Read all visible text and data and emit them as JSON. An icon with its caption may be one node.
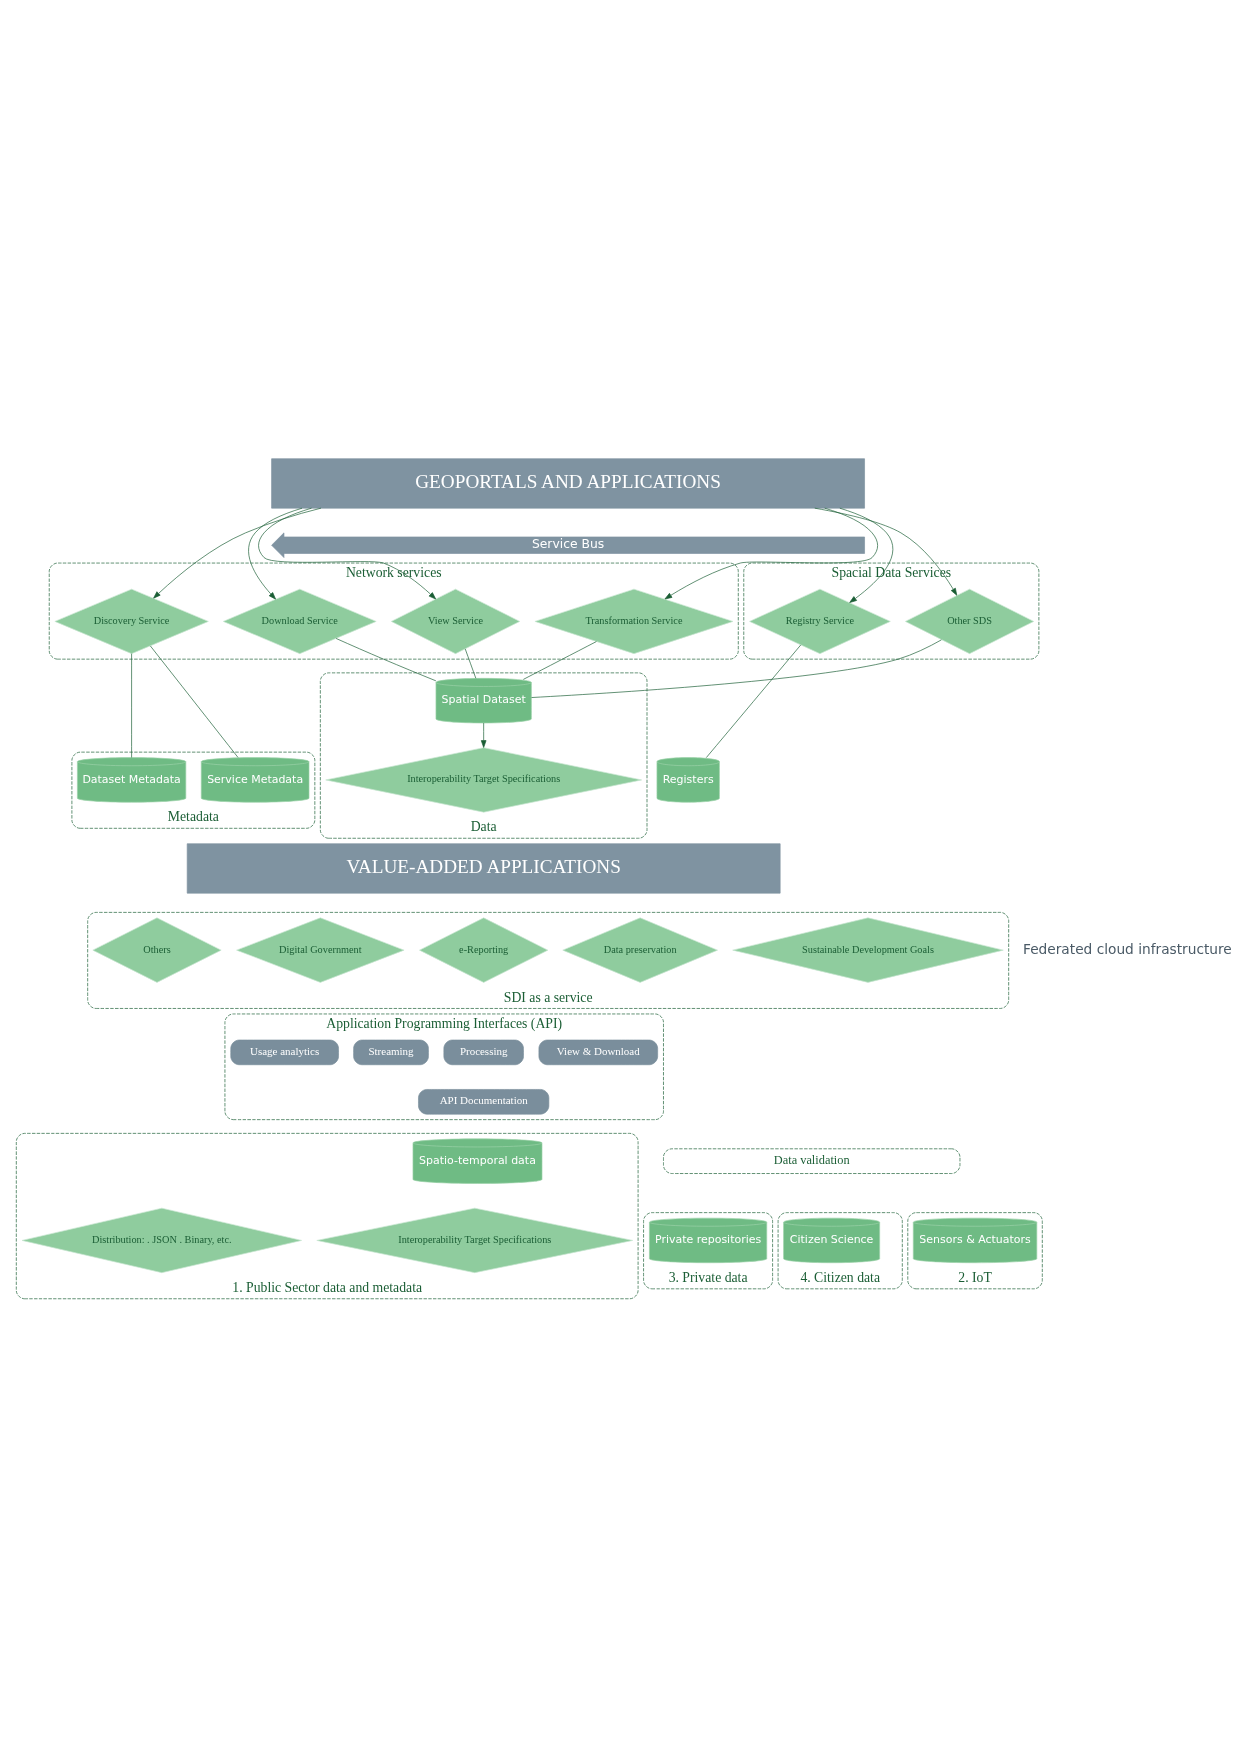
{
  "diagram": {
    "nodes": [
      {
        "text": [
          "GEOPORTALS AND APPLICATIONS"
        ]
      },
      {
        "text": [
          "Service Bus"
        ]
      },
      {
        "text": [
          "Network services"
        ]
      },
      {
        "text": [
          "Discovery Service"
        ],
        "in": 2
      },
      {
        "text": [
          "View Service"
        ],
        "in": 2
      },
      {
        "text": [
          "Download Service"
        ],
        "in": 2
      },
      {
        "text": [
          "Transformation Service"
        ],
        "in": 2
      },
      {
        "text": [
          "Spacial Data Services"
        ]
      },
      {
        "text": [
          "Other SDS"
        ],
        "in": 7
      },
      {
        "text": [
          "Registry Service"
        ],
        "in": 7
      },
      {
        "text": [
          "Metadata"
        ]
      },
      {
        "text": [
          "Service Metadata"
        ],
        "in": 10
      },
      {
        "text": [
          "Dataset Metadata"
        ],
        "in": 10
      },
      {
        "text": [
          "Data"
        ]
      },
      {
        "text": [
          "Spatial Dataset"
        ],
        "in": 13
      },
      {
        "text": [
          "Interoperability Target Specifications"
        ],
        "in": 13
      },
      {
        "text": [
          "Registers"
        ]
      },
      {
        "text": [
          "VALUE-ADDED APPLICATIONS"
        ]
      },
      {
        "text": [
          "SDI as a service"
        ]
      },
      {
        "text": [
          "Sustainable Development Goals"
        ],
        "in": 18
      },
      {
        "text": [
          "Data preservation"
        ],
        "in": 18
      },
      {
        "text": [
          "e-Reporting"
        ],
        "in": 18
      },
      {
        "text": [
          "Digital Government"
        ],
        "in": 18
      },
      {
        "text": [
          "Others"
        ],
        "in": 18
      },
      {
        "text": [
          "Application Programming Interfaces (API)"
        ]
      },
      {
        "text": [
          "View & Download"
        ],
        "in": 24
      },
      {
        "text": [
          "Processing"
        ],
        "in": 24
      },
      {
        "text": [
          "Streaming"
        ],
        "in": 24
      },
      {
        "text": [
          "Usage analytics"
        ],
        "in": 24
      },
      {
        "text": [
          "API Documentation"
        ],
        "in": 24
      },
      {
        "text": [
          "Data validation"
        ]
      },
      {
        "text": [
          "1. Public Sector data and metadata"
        ]
      },
      {
        "text": [
          "Spatio-temporal data"
        ],
        "in": 31
      },
      {
        "text": [
          "Interoperability Target Specifications"
        ],
        "in": 31
      },
      {
        "text": [
          "Distribution: . JSON . Binary, etc."
        ],
        "in": 31
      },
      {
        "text": [
          "2. IoT"
        ]
      },
      {
        "text": [
          "Sensors & Actuators"
        ],
        "in": 35
      },
      {
        "text": [
          "3. Private data"
        ]
      },
      {
        "text": [
          "Private repositories"
        ],
        "in": 37
      },
      {
        "text": [
          "4. Citizen data"
        ]
      },
      {
        "text": [
          "Citizen Science"
        ],
        "in": 39
      }
    ],
    "edges": [
      {
        "from": 0,
        "to": 3,
        "arrow": "to"
      },
      {
        "from": 0,
        "to": 4,
        "arrow": "to"
      },
      {
        "from": 0,
        "to": 5,
        "arrow": "to"
      },
      {
        "from": 0,
        "to": 6,
        "arrow": "to"
      },
      {
        "from": 0,
        "to": 8,
        "arrow": "to"
      },
      {
        "from": 0,
        "to": 9,
        "arrow": "to"
      },
      {
        "from": 3,
        "to": 11,
        "arrow": "none"
      },
      {
        "from": 3,
        "to": 12,
        "arrow": "none"
      },
      {
        "from": 4,
        "to": 14,
        "arrow": "none"
      },
      {
        "from": 5,
        "to": 14,
        "arrow": "none"
      },
      {
        "from": 6,
        "to": 14,
        "arrow": "none"
      },
      {
        "from": 8,
        "to": 14,
        "arrow": "none"
      },
      {
        "from": 9,
        "to": 16,
        "arrow": "none"
      },
      {
        "from": 14,
        "to": 15,
        "arrow": "to"
      }
    ],
    "labels": [
      "Federated cloud infrastructure"
    ]
  }
}
